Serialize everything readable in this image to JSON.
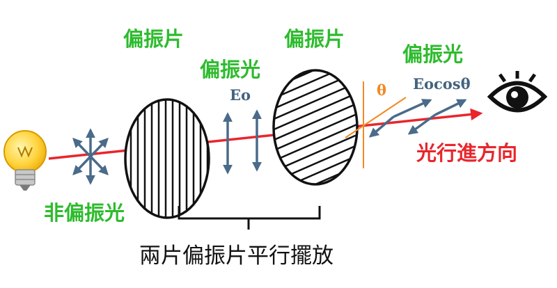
{
  "labels": {
    "polarizer_left": "偏振片",
    "polarizer_right": "偏振片",
    "polarized_light_mid": "偏振光",
    "polarized_light_right": "偏振光",
    "e0": "Eo",
    "e0_cos": "Eocosθ",
    "theta": "θ",
    "unpolarized_light": "非偏振光",
    "direction": "光行進方向",
    "parallel_caption": "兩片偏振片平行擺放"
  },
  "colors": {
    "label_green": "#2dbb2d",
    "arrow_steel": "#4a6b8a",
    "beam_red": "#e8262c",
    "theta_orange": "#f08a24",
    "bulb_yellow": "#ffd23a"
  },
  "icons": {
    "bulb": "light-bulb-icon",
    "eye": "eye-icon"
  }
}
